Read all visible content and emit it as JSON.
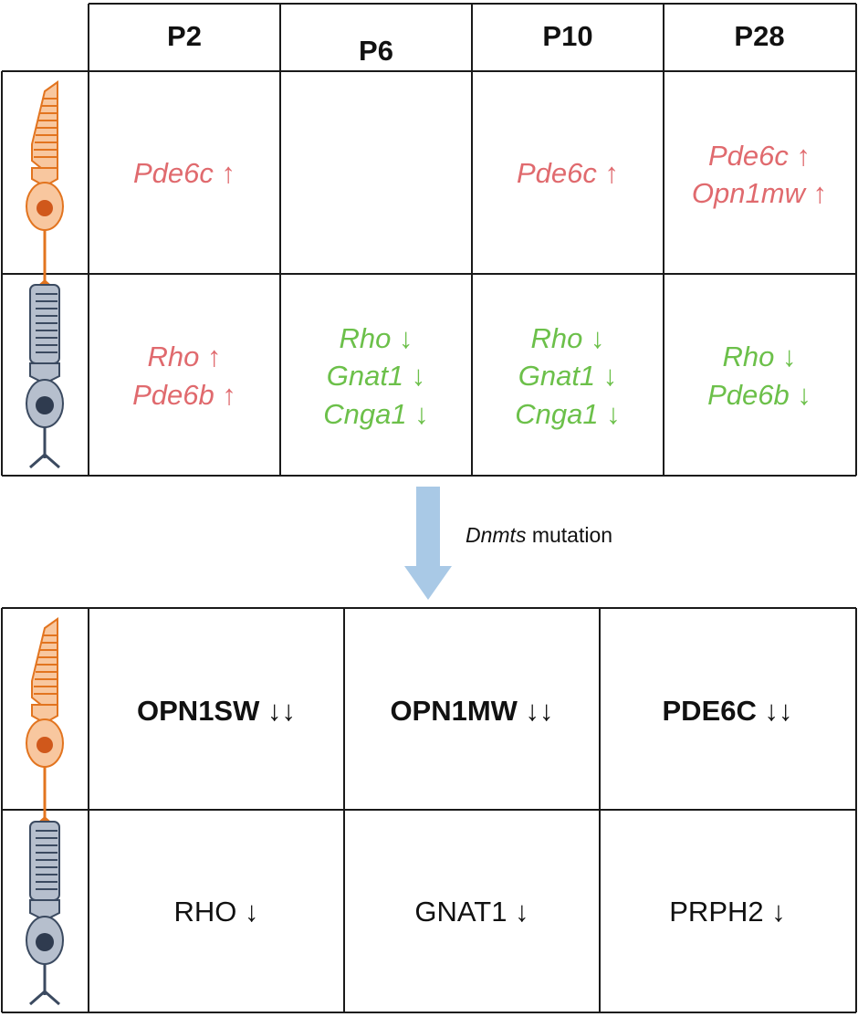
{
  "top_table": {
    "headers": [
      "P2",
      "P6",
      "P10",
      "P28"
    ],
    "cone_row": {
      "cells": [
        [
          {
            "text": "Pde6c ↑",
            "dir": "up"
          }
        ],
        [],
        [
          {
            "text": "Pde6c ↑",
            "dir": "up"
          }
        ],
        [
          {
            "text": "Pde6c ↑",
            "dir": "up"
          },
          {
            "text": "Opn1mw ↑",
            "dir": "up"
          }
        ]
      ]
    },
    "rod_row": {
      "cells": [
        [
          {
            "text": "Rho ↑",
            "dir": "up"
          },
          {
            "text": "Pde6b ↑",
            "dir": "up"
          }
        ],
        [
          {
            "text": "Rho ↓",
            "dir": "down"
          },
          {
            "text": "Gnat1 ↓",
            "dir": "down"
          },
          {
            "text": "Cnga1 ↓",
            "dir": "down"
          }
        ],
        [
          {
            "text": "Rho ↓",
            "dir": "down"
          },
          {
            "text": "Gnat1 ↓",
            "dir": "down"
          },
          {
            "text": "Cnga1 ↓",
            "dir": "down"
          }
        ],
        [
          {
            "text": "Rho ↓",
            "dir": "down"
          },
          {
            "text": "Pde6b ↓",
            "dir": "down"
          }
        ]
      ]
    }
  },
  "transition": {
    "label_italic": "Dnmts",
    "label_rest": " mutation"
  },
  "bottom_table": {
    "cone_row": [
      "OPN1SW ↓↓",
      "OPN1MW ↓↓",
      "PDE6C ↓↓"
    ],
    "rod_row": [
      "RHO ↓",
      "GNAT1 ↓",
      "PRPH2 ↓"
    ]
  },
  "colors": {
    "upregulated": "#e06a6e",
    "downregulated": "#6cc04a",
    "cone_fill": "#f8c79f",
    "cone_stroke": "#e2741f",
    "cone_nucleus": "#d0581b",
    "rod_fill": "#b6bfcd",
    "rod_stroke": "#3b4a60",
    "rod_nucleus": "#2f3b4f",
    "arrow": "#a9c9e6"
  }
}
